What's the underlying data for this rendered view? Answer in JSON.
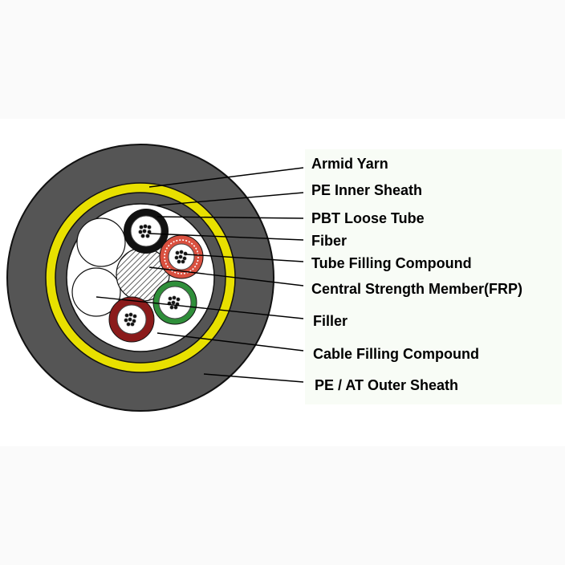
{
  "diagram": {
    "labels": {
      "armid_yarn": "Armid Yarn",
      "pe_inner_sheath": "PE Inner Sheath",
      "pbt_loose_tube": "PBT Loose Tube",
      "fiber": "Fiber",
      "tube_filling_compound": "Tube Filling Compound",
      "central_strength_member": "Central Strength Member(FRP)",
      "filler": "Filler",
      "cable_filling_compound": "Cable Filling Compound",
      "outer_sheath": "PE / AT Outer Sheath"
    },
    "colors": {
      "outer_sheath": "#555555",
      "aramid_yarn": "#e8e000",
      "tube_black": "#111111",
      "tube_red": "#d9503f",
      "tube_green": "#2f8f3a",
      "tube_maroon": "#8b1b1b",
      "filler": "#ffffff"
    }
  }
}
